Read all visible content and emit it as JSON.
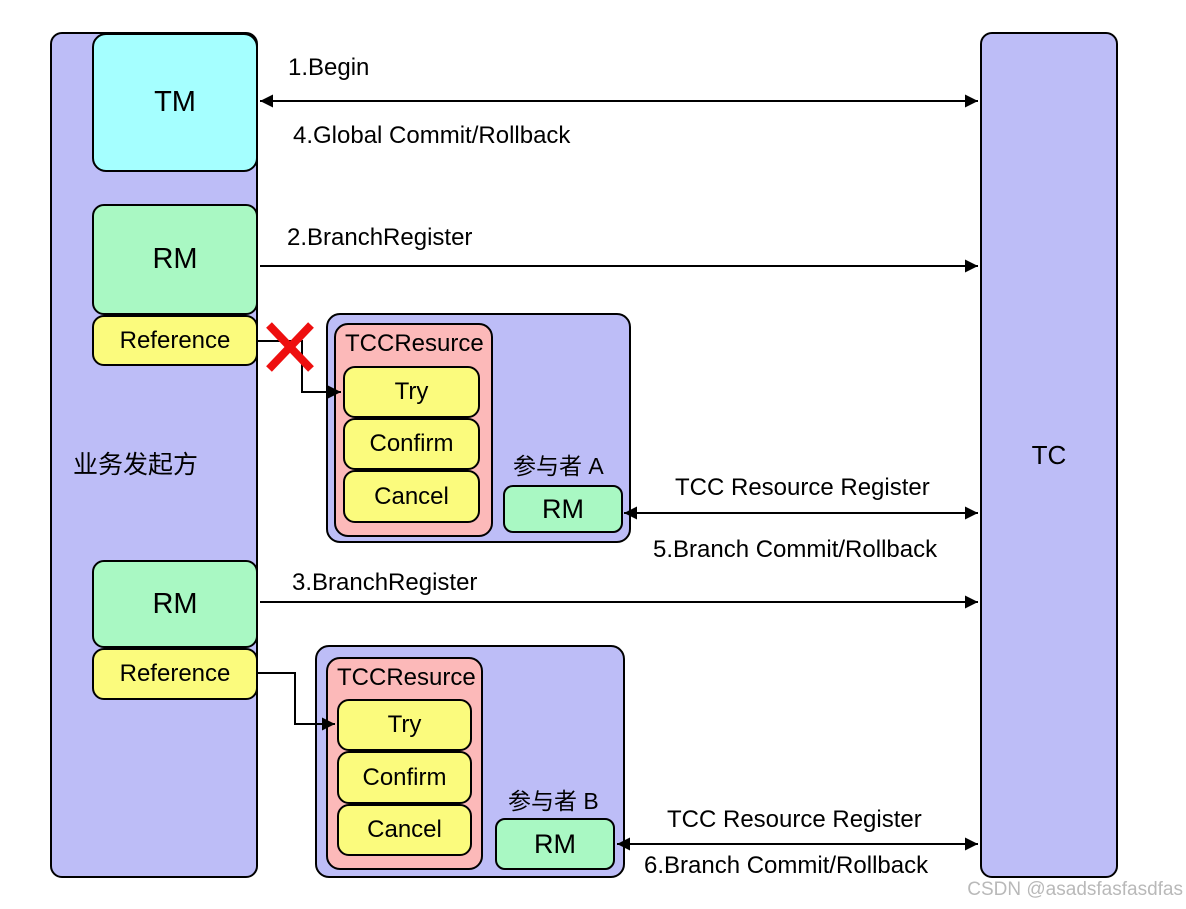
{
  "colors": {
    "lavender": "#BDBDF7",
    "cyan": "#A5FFFF",
    "green": "#A9F8C3",
    "yellow": "#FBFB7D",
    "pink": "#FCB9B9",
    "red": "#EE0F0F",
    "line": "#000000",
    "watermark_gray": "#B9B9B9"
  },
  "initiator": {
    "label": "业务发起方",
    "tm_label": "TM",
    "rm1_label": "RM",
    "ref1_label": "Reference",
    "rm2_label": "RM",
    "ref2_label": "Reference"
  },
  "tc": {
    "label": "TC"
  },
  "participants": [
    {
      "name": "参与者 A",
      "resource_title": "TCCResurce",
      "ops": [
        "Try",
        "Confirm",
        "Cancel"
      ],
      "rm_label": "RM"
    },
    {
      "name": "参与者 B",
      "resource_title": "TCCResurce",
      "ops": [
        "Try",
        "Confirm",
        "Cancel"
      ],
      "rm_label": "RM"
    }
  ],
  "messages": {
    "begin": "1.Begin",
    "global_commit_rollback": "4.Global Commit/Rollback",
    "branch_register_a": "2.BranchRegister",
    "branch_register_b": "3.BranchRegister",
    "tcc_register_a": "TCC Resource Register",
    "branch_commit_a": "5.Branch Commit/Rollback",
    "tcc_register_b": "TCC Resource Register",
    "branch_commit_b": "6.Branch Commit/Rollback"
  },
  "watermark": "CSDN @asadsfasfasdfas"
}
